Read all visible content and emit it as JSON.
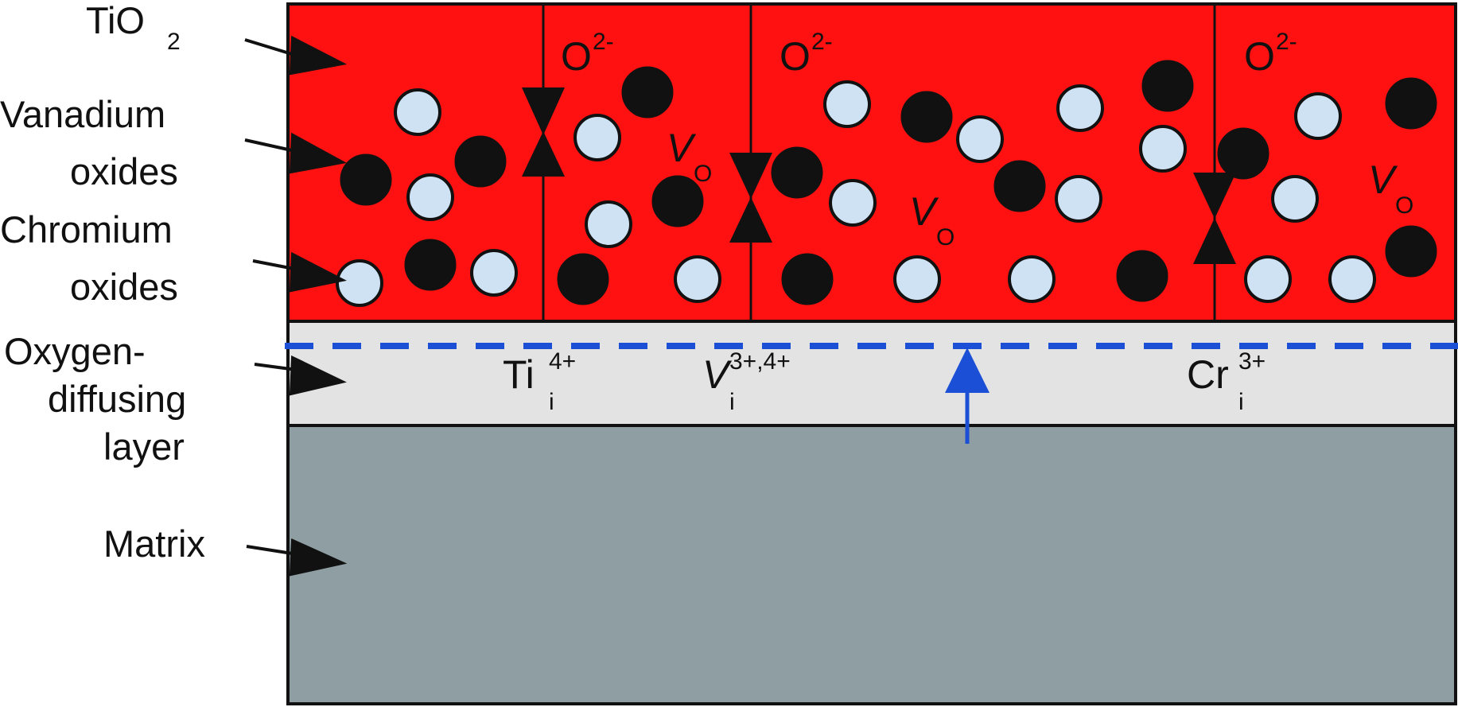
{
  "labels": {
    "tio2_main": "TiO",
    "tio2_sub": "2",
    "vanadium_line1": "Vanadium",
    "vanadium_line2": "oxides",
    "chromium_line1": "Chromium",
    "chromium_line2": "oxides",
    "oxygen_line1": "Oxygen-",
    "oxygen_line2": "diffusing",
    "oxygen_line3": "layer",
    "matrix": "Matrix"
  },
  "species": {
    "oxygen_ion": {
      "main": "O",
      "sup": "2-"
    },
    "vacancy": {
      "main": "V",
      "sub": "O"
    },
    "ti_interstitial": {
      "main": "Ti",
      "sub": "i",
      "sup": "4+"
    },
    "v_interstitial": {
      "main": "V",
      "sub": "i",
      "sup": "3+,4+"
    },
    "cr_interstitial": {
      "main": "Cr",
      "sub": "i",
      "sup": "3+"
    }
  },
  "colors": {
    "oxide_layer": "#ff1111",
    "diffusing_layer": "#e3e3e3",
    "matrix": "#8e9ea2",
    "light_particle": "#cfe2f3",
    "dark_particle": "#111111",
    "dashed_front": "#1a4fd6",
    "arrow": "#111111"
  }
}
